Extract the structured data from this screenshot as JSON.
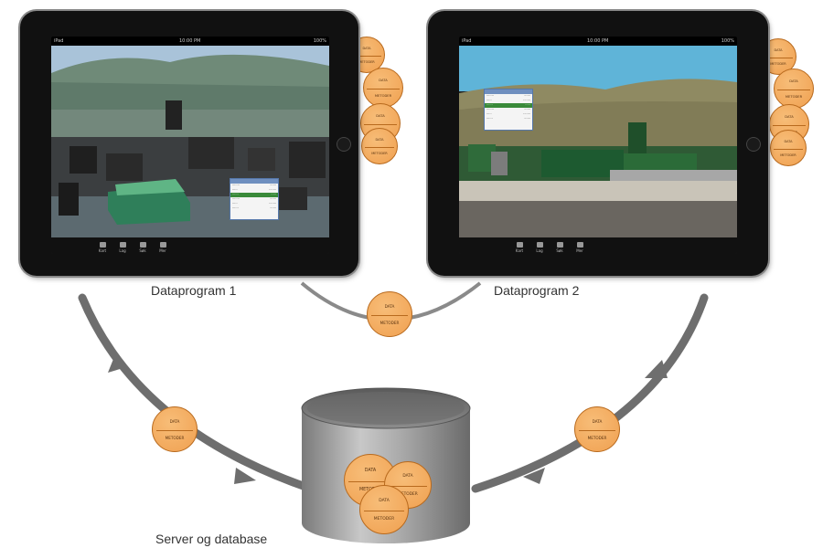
{
  "labels": {
    "program1": "Dataprogram 1",
    "program2": "Dataprogram 2",
    "server": "Server og database"
  },
  "token": {
    "top": "DATA",
    "bottom": "METODER"
  },
  "tablet_status": {
    "carrier": "iPad",
    "time": "10:00 PM",
    "battery": "100%"
  },
  "tabbar": [
    "Kart",
    "Lag",
    "Søk",
    "Mer"
  ],
  "colors": {
    "token_fill": "#f0a050",
    "token_stroke": "#b86a1e",
    "arrow": "#6e6e6e",
    "cylinder": "#9a9a9a"
  }
}
